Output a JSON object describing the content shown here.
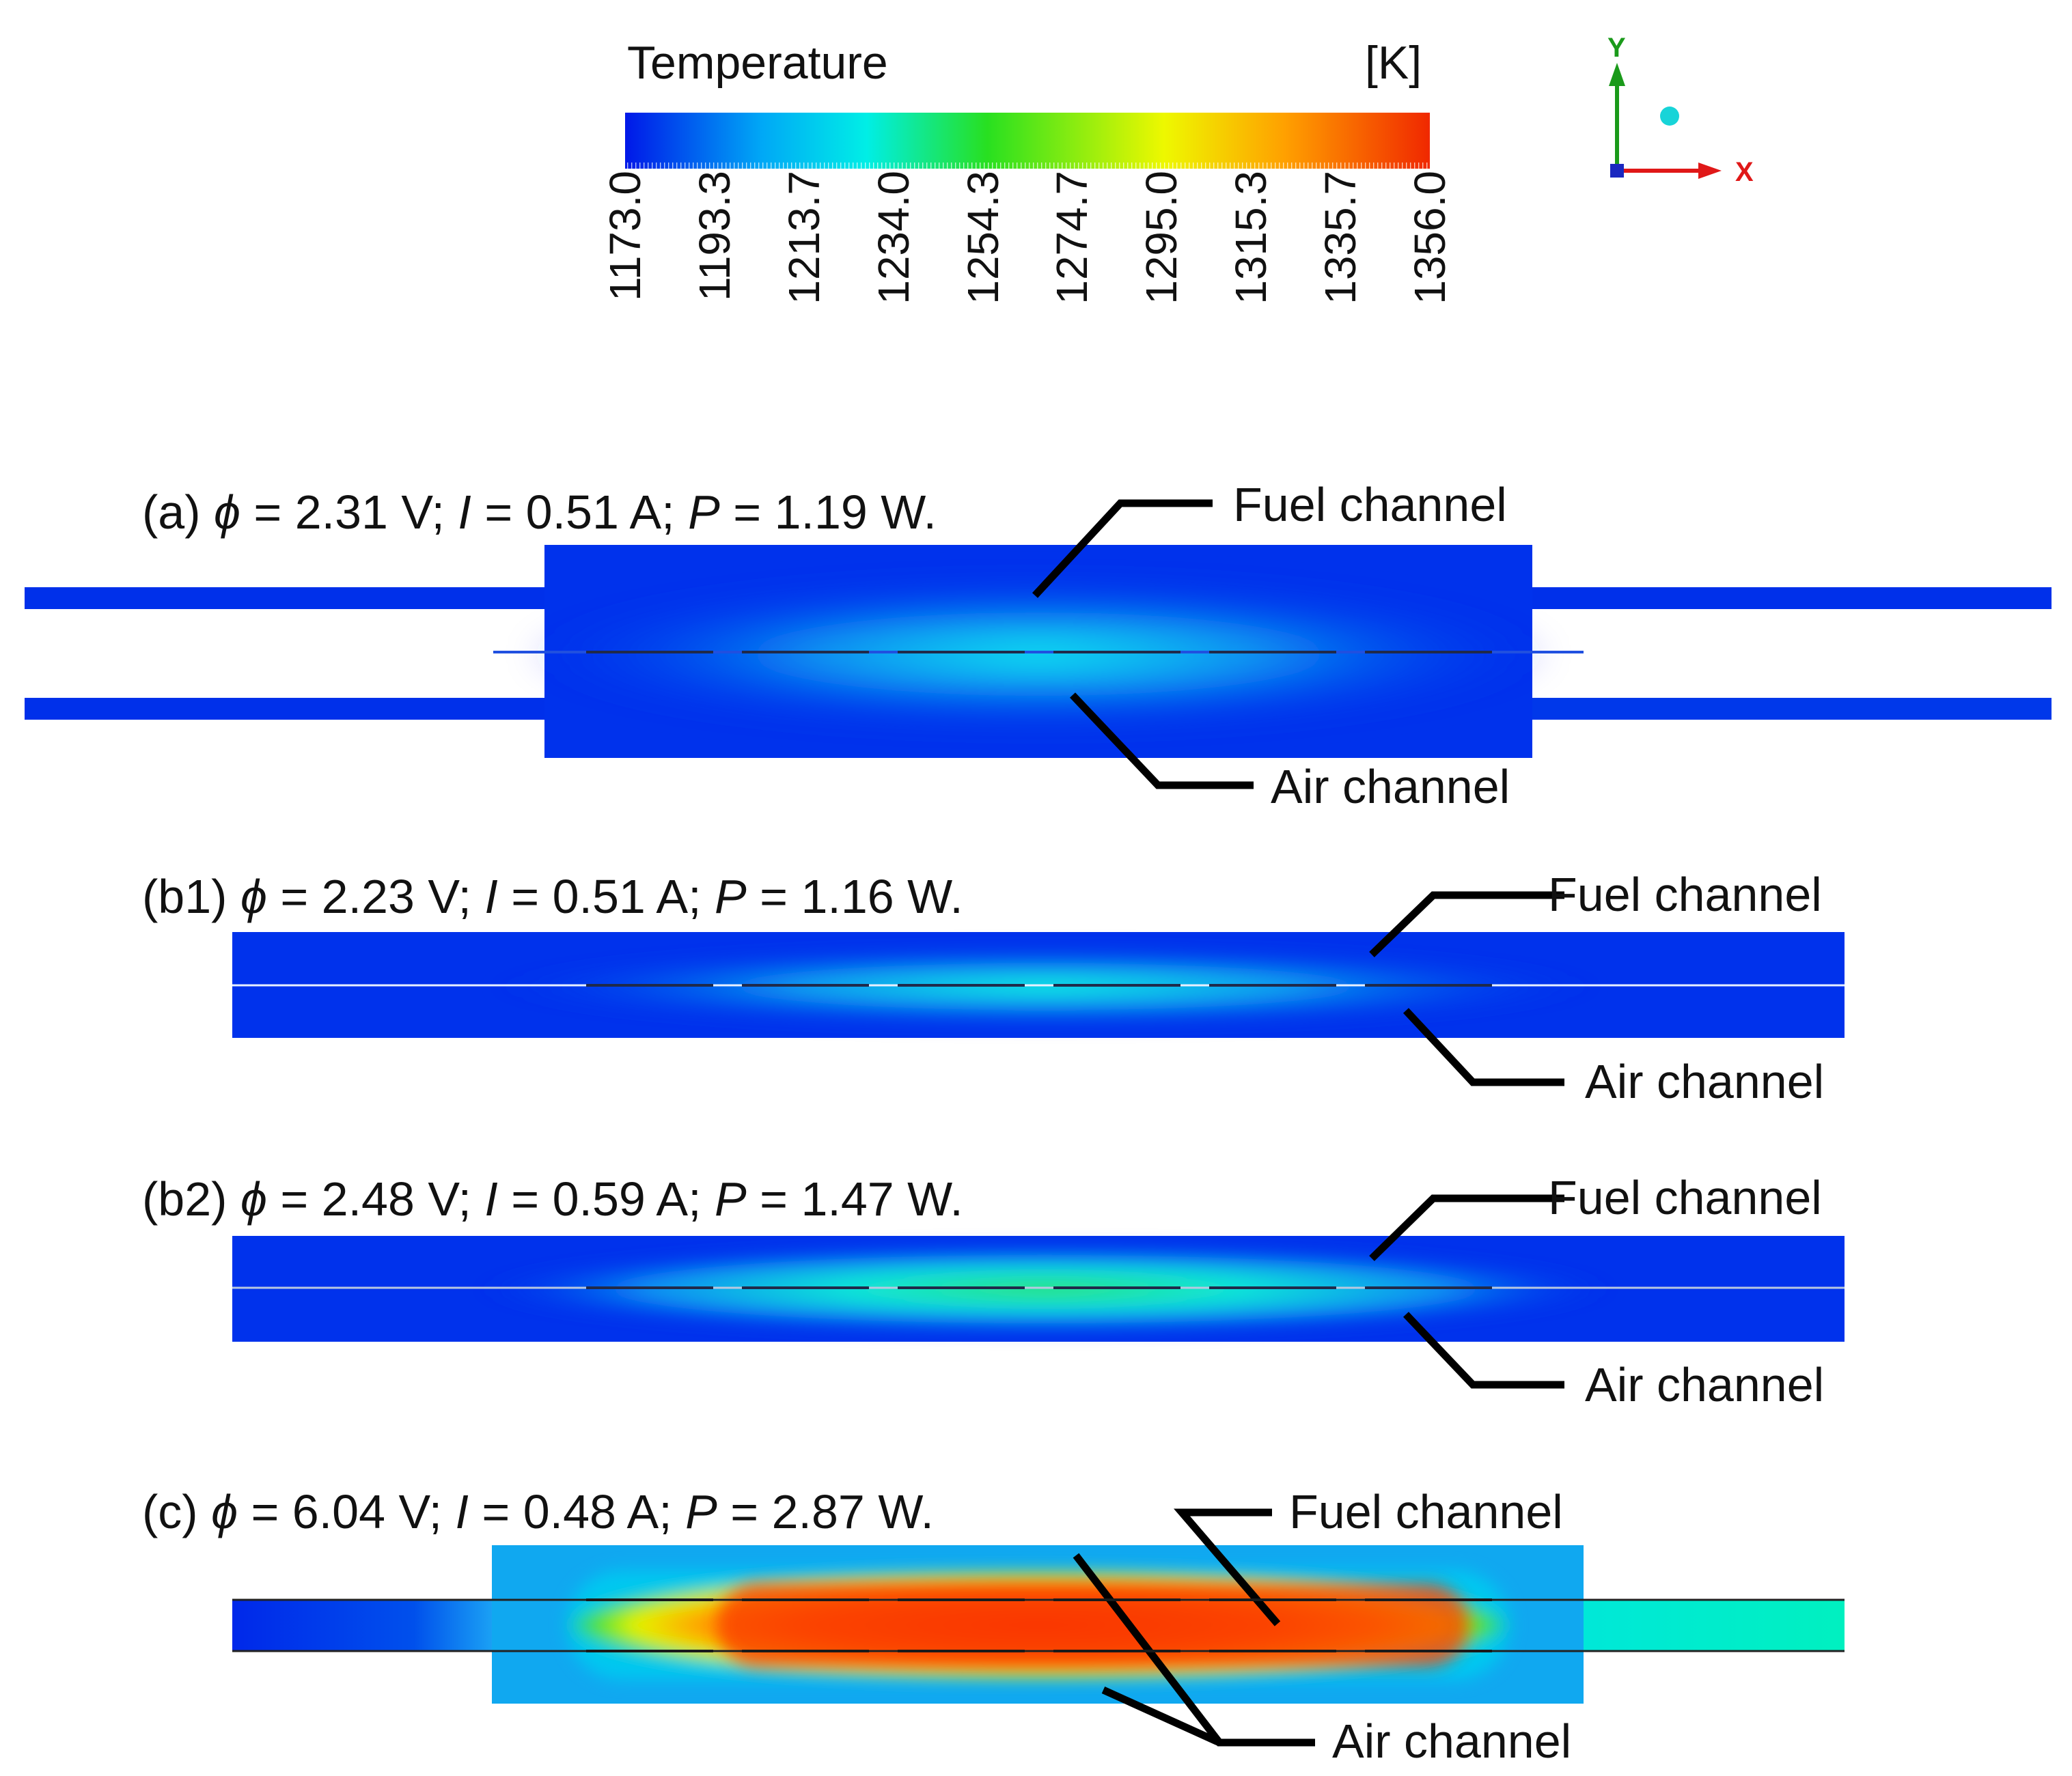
{
  "legend": {
    "title": "Temperature",
    "unit": "[K]",
    "ticks": [
      "1173.0",
      "1193.3",
      "1213.7",
      "1234.0",
      "1254.3",
      "1274.7",
      "1295.0",
      "1315.3",
      "1335.7",
      "1356.0"
    ],
    "colors": [
      "#0018e8",
      "#00a8f6",
      "#00eee6",
      "#28e020",
      "#eef800",
      "#ffa000",
      "#f02800"
    ]
  },
  "axes": {
    "y": "Y",
    "x": "X"
  },
  "cases": [
    {
      "id": "(a)",
      "phi": "2.31 V",
      "current": "0.51 A",
      "power": "1.19 W.",
      "fuel": "Fuel channel",
      "air": "Air channel"
    },
    {
      "id": "(b1)",
      "phi": "2.23 V",
      "current": "0.51 A",
      "power": "1.16 W.",
      "fuel": "Fuel channel",
      "air": "Air channel"
    },
    {
      "id": "(b2)",
      "phi": "2.48 V",
      "current": "0.59 A",
      "power": "1.47 W.",
      "fuel": "Fuel channel",
      "air": "Air channel"
    },
    {
      "id": "(c)",
      "phi": "6.04 V",
      "current": "0.48 A",
      "power": "2.87 W.",
      "fuel": "Fuel channel",
      "air": "Air channel"
    }
  ],
  "symbols": {
    "phi": "ϕ",
    "eq": " = ",
    "sep": "; ",
    "I": "I",
    "P": "P"
  }
}
